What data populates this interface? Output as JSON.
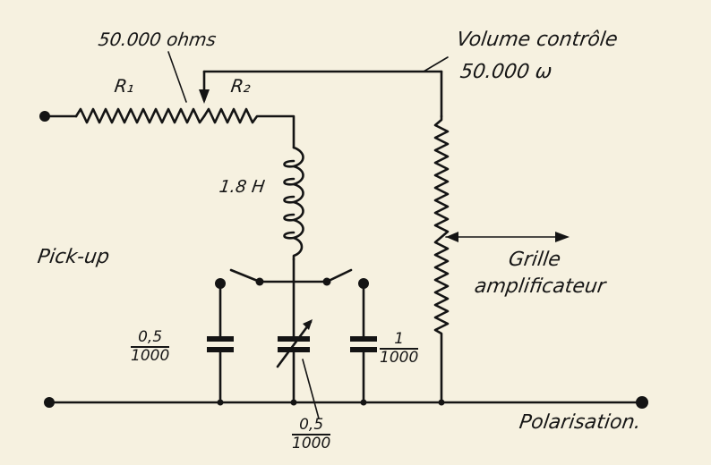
{
  "diagram": {
    "type": "circuit-schematic",
    "colors": {
      "paper": "#f6f1e0",
      "ink": "#141414"
    },
    "labels": {
      "pot_value": "50.000 ohms",
      "r1": "R₁",
      "r2": "R₂",
      "volume_title": "Volume contrôle",
      "volume_value": "50.000 ω",
      "inductor": "1.8 H",
      "input": "Pick-up",
      "output": "Grille amplificateur",
      "output_line1": "Grille",
      "output_line2": "amplificateur",
      "bias": "Polarisation."
    },
    "capacitors": [
      {
        "name": "left",
        "numerator": "0,5",
        "denominator": "1000",
        "variable": false
      },
      {
        "name": "center",
        "numerator": "0,5",
        "denominator": "1000",
        "variable": true
      },
      {
        "name": "right",
        "numerator": "1",
        "denominator": "1000",
        "variable": false
      }
    ],
    "components": [
      {
        "id": "R1",
        "kind": "resistor",
        "part_of": "potentiometer 50.000 ohms"
      },
      {
        "id": "R2",
        "kind": "resistor",
        "part_of": "potentiometer 50.000 ohms"
      },
      {
        "id": "L",
        "kind": "inductor",
        "value": "1.8 H"
      },
      {
        "id": "SW",
        "kind": "double switch"
      },
      {
        "id": "C1",
        "kind": "capacitor",
        "value": "0,5/1000"
      },
      {
        "id": "C2",
        "kind": "variable capacitor",
        "value": "0,5/1000"
      },
      {
        "id": "C3",
        "kind": "capacitor",
        "value": "1/1000"
      },
      {
        "id": "VR",
        "kind": "potentiometer",
        "value": "50.000 ω",
        "role": "Volume contrôle"
      }
    ]
  }
}
